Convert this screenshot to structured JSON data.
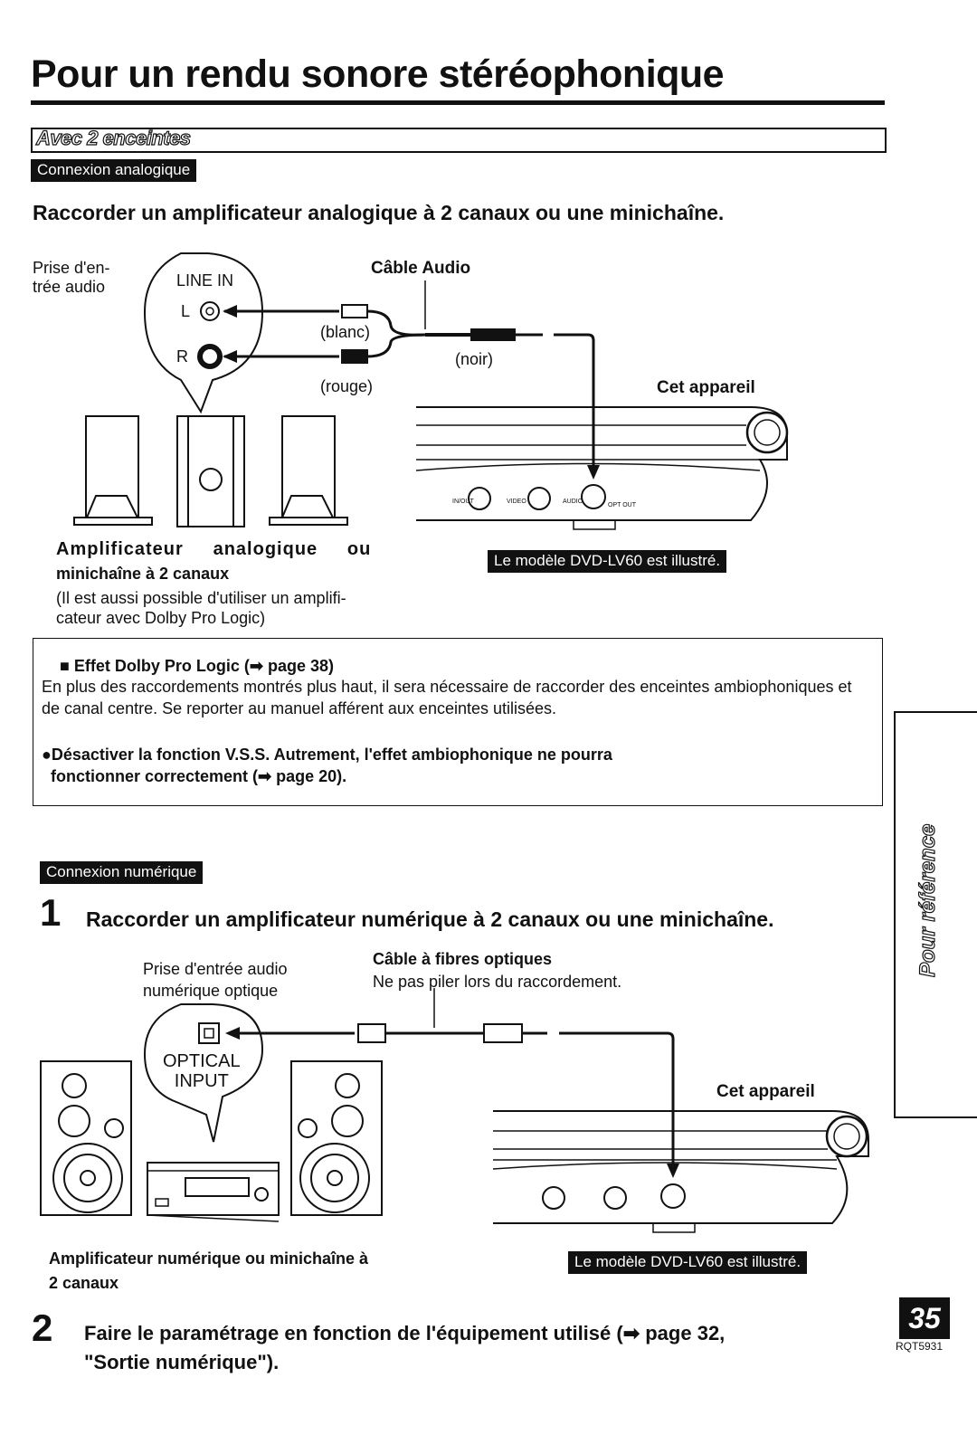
{
  "page_title": "Pour un rendu sonore stéréophonique",
  "section_label": "Avec 2 enceintes",
  "analog": {
    "tag": "Connexion analogique",
    "heading": "Raccorder un amplificateur analogique à 2 canaux ou une minichaîne.",
    "jack_label": "Prise d'en-\ntrée audio",
    "line_in": "LINE IN",
    "l": "L",
    "r": "R",
    "cable_label": "Câble Audio",
    "white": "(blanc)",
    "red": "(rouge)",
    "black": "(noir)",
    "device_label": "Cet appareil",
    "amp_caption_1": "Amplificateur     analogique     ou",
    "amp_caption_2": "minichaîne à 2 canaux",
    "amp_note": "(Il est aussi possible d'utiliser un amplifi-\ncateur avec Dolby Pro Logic)",
    "model_tag": "Le modèle DVD-LV60 est illustré.",
    "jack_in_out": "IN/OUT",
    "jack_video": "VIDEO",
    "jack_audio": "AUDIO",
    "jack_opt": "OPT OUT"
  },
  "note": {
    "title": "■  Effet Dolby Pro Logic (➡ page 38)",
    "text": "En plus des raccordements montrés plus haut, il sera nécessaire de raccorder des enceintes ambiophoniques et de canal centre. Se reporter au manuel afférent aux enceintes utilisées.",
    "bullet": "●Désactiver la fonction V.S.S. Autrement, l'effet ambiophonique ne pourra\n  fonctionner correctement (➡ page 20)."
  },
  "digital": {
    "tag": "Connexion numérique",
    "step1_num": "1",
    "step1_text": "Raccorder un amplificateur numérique à 2 canaux ou une minichaîne.",
    "jack_label": "Prise d'entrée audio\nnumérique optique",
    "cable_label": "Câble à fibres optiques",
    "cable_note": "Ne pas piler lors du raccordement.",
    "optical": "OPTICAL\nINPUT",
    "device_label": "Cet appareil",
    "amp_caption": "Amplificateur numérique ou minichaîne à\n2 canaux",
    "model_tag": "Le modèle DVD-LV60 est illustré.",
    "step2_num": "2",
    "step2_text": "Faire le paramétrage en fonction de l'équipement utilisé (➡ page 32,\n\"Sortie numérique\")."
  },
  "side_tab": "Pour référence",
  "page_number": "35",
  "doc_code": "RQT5931"
}
